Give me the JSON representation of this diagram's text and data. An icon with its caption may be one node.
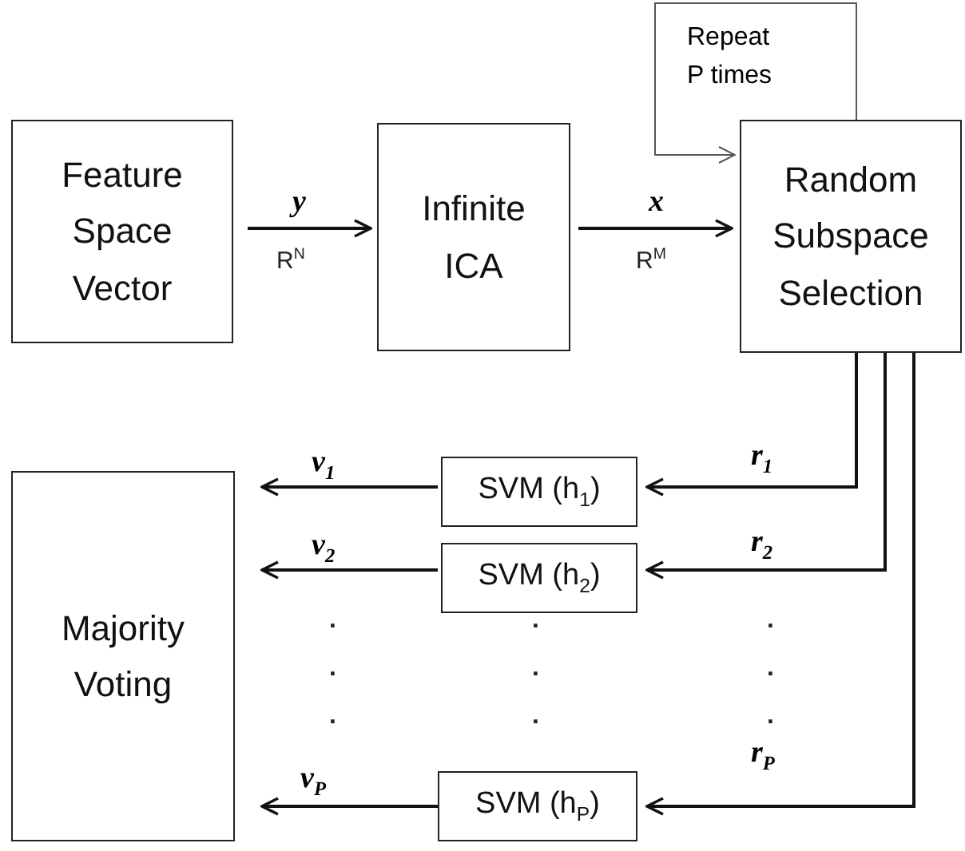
{
  "diagram": {
    "nodes": [
      {
        "text": [
          "Feature Space Vector"
        ]
      },
      {
        "text": [
          "Infinite ICA"
        ]
      },
      {
        "text": [
          "Random Subspace Selection"
        ]
      },
      {
        "text": [
          "SVM (h$_{1}$)"
        ]
      },
      {
        "text": [
          "SVM (h$_{2}$)"
        ]
      },
      {
        "text": [
          "SVM (h$_{P}$)"
        ]
      },
      {
        "text": [
          "Majority Voting"
        ]
      }
    ],
    "edges": [
      {
        "from": 0,
        "to": 1,
        "arrow": "to",
        "label": "y"
      },
      {
        "from": 1,
        "to": 2,
        "arrow": "to",
        "label": "x"
      },
      {
        "from": 2,
        "to": 2,
        "arrow": "to",
        "label": "Repeat P times",
        "color": "#555555"
      },
      {
        "from": 2,
        "to": 3,
        "arrow": "to",
        "label": "r$_{1}$"
      },
      {
        "from": 2,
        "to": 4,
        "arrow": "to",
        "label": "r$_{2}$"
      },
      {
        "from": 2,
        "to": 5,
        "arrow": "to",
        "label": "r$_{P}$"
      },
      {
        "from": 3,
        "to": 6,
        "arrow": "to",
        "label": "v$_{1}$"
      },
      {
        "from": 4,
        "to": 6,
        "arrow": "to",
        "label": "v$_{2}$"
      },
      {
        "from": 5,
        "to": 6,
        "arrow": "to",
        "label": "v$_{P}$"
      }
    ],
    "labels": [
      "R$^{N}$",
      "R$^{M}$",
      ".",
      ".",
      ".",
      ".",
      ".",
      ".",
      ".",
      ".",
      "."
    ]
  }
}
